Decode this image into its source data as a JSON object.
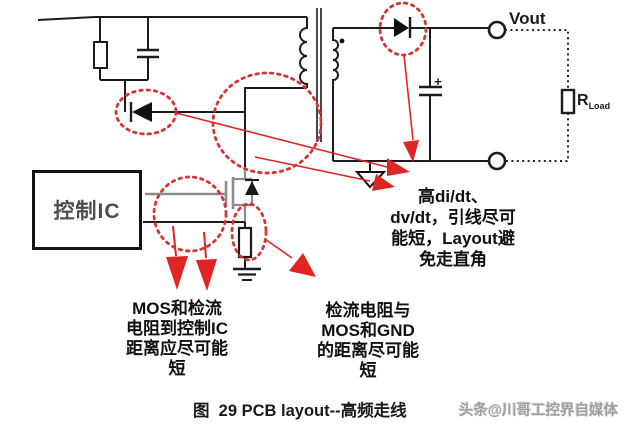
{
  "figure": {
    "caption": "图  29 PCB layout--高频走线",
    "watermark": "头条@川哥工控界自媒体"
  },
  "schematic": {
    "control_ic_label": "控制IC",
    "vout_label": "Vout",
    "rload_label": "R",
    "rload_sub": "Load",
    "cap_polarity": "+"
  },
  "annotations": {
    "high_freq_note": {
      "lines": [
        "高di/dt、",
        "dv/dt，引线尽可",
        "能短，Layout避",
        "免走直角"
      ]
    },
    "mos_ic_note": {
      "lines": [
        "MOS和检流",
        "电阻到控制IC",
        "距离应尽可能",
        "短"
      ]
    },
    "sense_gnd_note": {
      "lines": [
        "检流电阻与",
        "MOS和GND",
        "的距离尽可能",
        "短"
      ]
    }
  },
  "colors": {
    "highlight_ellipse": "#d63333",
    "arrow_red": "#e02424",
    "wire": "#1b1b1b",
    "mosfet_gray": "#8c8c8c",
    "watermark_gray": "#9e9e9e"
  }
}
